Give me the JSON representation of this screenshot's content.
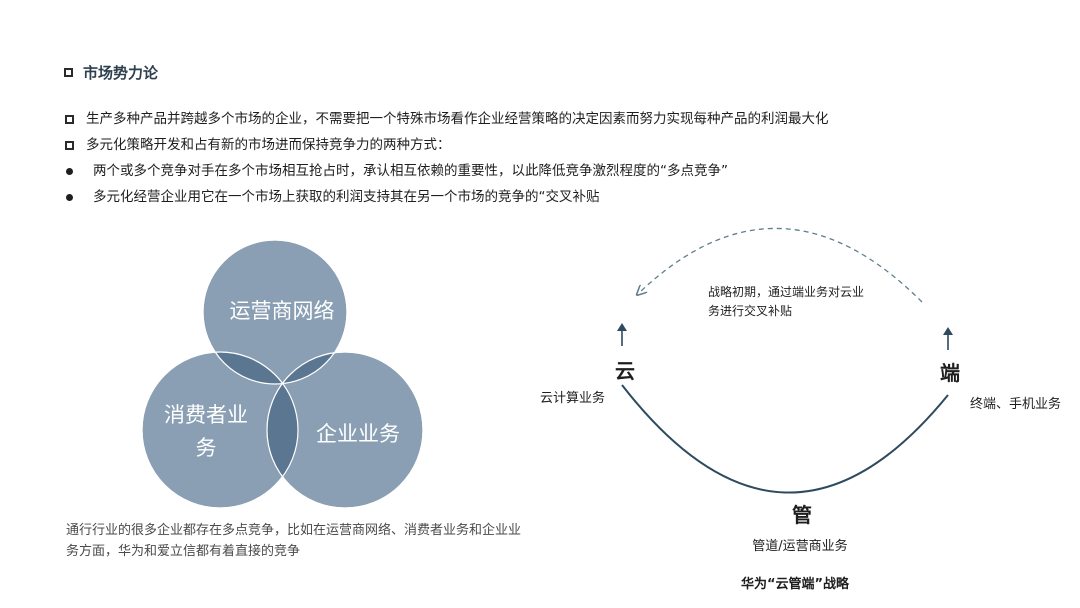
{
  "section": {
    "title": "市场势力论"
  },
  "bullets": [
    {
      "type": "square",
      "text": "生产多种产品并跨越多个市场的企业，不需要把一个特殊市场看作企业经营策略的决定因素而努力实现每种产品的利润最大化"
    },
    {
      "type": "square",
      "text": "多元化策略开发和占有新的市场进而保持竞争力的两种方式："
    },
    {
      "type": "dot",
      "text": "两个或多个竞争对手在多个市场相互抢占时，承认相互依赖的重要性，以此降低竞争激烈程度的“多点竞争”"
    },
    {
      "type": "dot",
      "text": "多元化经营企业用它在一个市场上获取的利润支持其在另一个市场的竞争的“交叉补贴"
    }
  ],
  "venn": {
    "top": "运营商网络",
    "left_line1": "消费者业",
    "left_line2": "务",
    "right": "企业业务",
    "caption": "通行行业的很多企业都存在多点竞争，比如在运营商网络、消费者业务和企业业务方面，华为和爱立信都有着直接的竞争",
    "colors": {
      "circle": "#8a9fb3",
      "overlap2": "#5b7690",
      "overlap3": "#3f5b75"
    }
  },
  "strategy": {
    "arc_note_line1": "战略初期，通过端业务对云业",
    "arc_note_line2": "务进行交叉补贴",
    "cloud_label": "云",
    "cloud_desc": "云计算业务",
    "device_label": "端",
    "device_desc": "终端、手机业务",
    "pipe_label": "管",
    "pipe_desc": "管道/运营商业务",
    "caption": "华为“云管端”战略",
    "colors": {
      "arc": "#2e4a5e",
      "dashed": "#5f7f8c"
    }
  }
}
